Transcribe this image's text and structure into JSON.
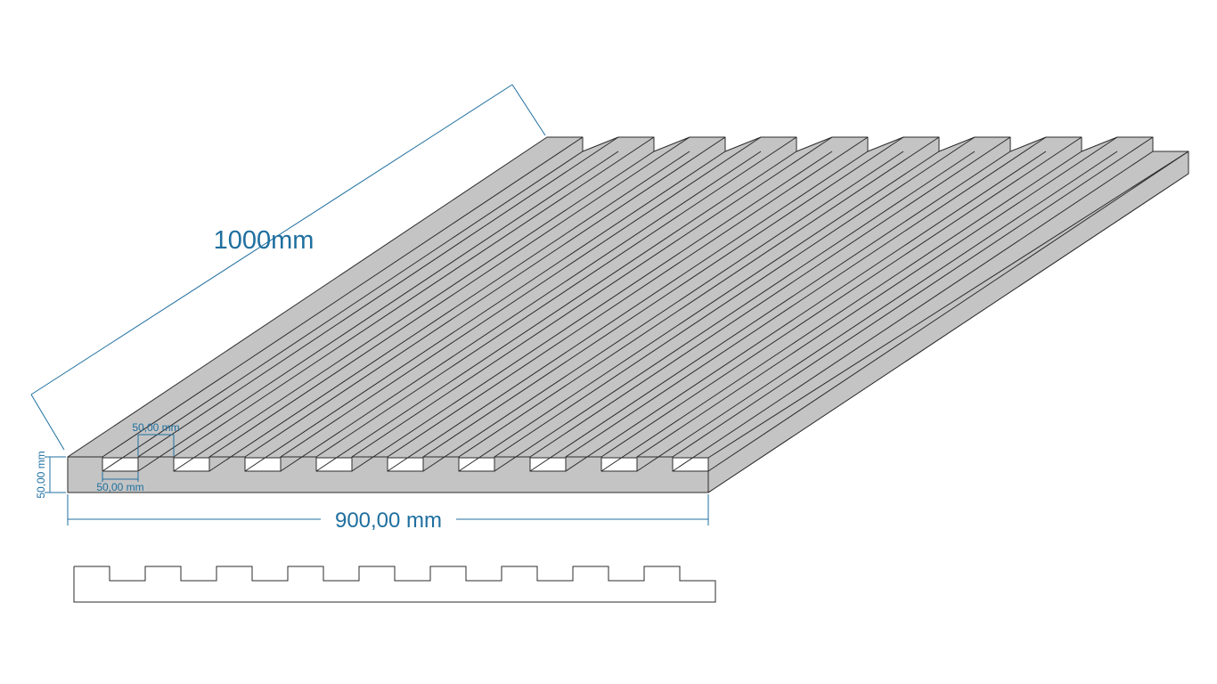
{
  "dimensions": {
    "length_label": "1000mm",
    "width_label": "900,00 mm",
    "groove_top_label": "50,00 mm",
    "groove_bottom_label": "50,00 mm",
    "height_label": "50,00 mm"
  },
  "colors": {
    "dimension": "#1f6f9f",
    "surface": "#c4c4c4",
    "outline": "#2b2b2b",
    "background": "#ffffff"
  }
}
